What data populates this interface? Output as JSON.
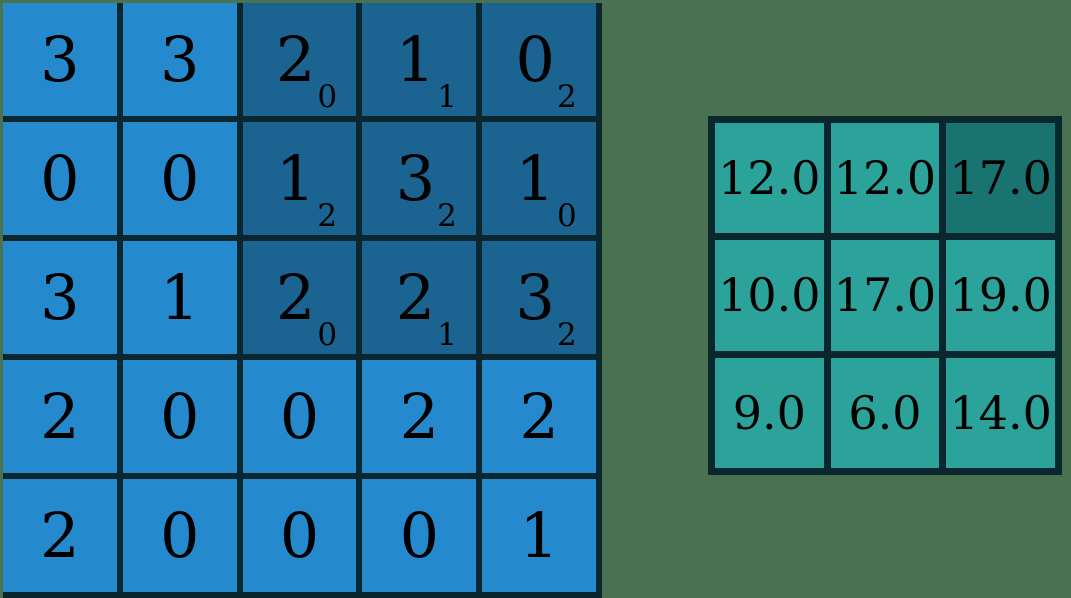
{
  "palette": {
    "background": "#4a7150",
    "border": "#0a2730",
    "input_cell_light": "#2589ce",
    "input_cell_dark": "#1b6391",
    "output_cell_light": "#2ba39b",
    "output_cell_dark": "#197370",
    "text": "#000000"
  },
  "chart_data": {
    "type": "heatmap",
    "title": "",
    "xlabel": "",
    "ylabel": "",
    "grids": [
      {
        "name": "input-matrix",
        "rows": 5,
        "cols": 5,
        "values": [
          [
            3,
            3,
            2,
            1,
            0
          ],
          [
            0,
            0,
            1,
            3,
            1
          ],
          [
            3,
            1,
            2,
            2,
            3
          ],
          [
            2,
            0,
            0,
            2,
            2
          ],
          [
            2,
            0,
            0,
            0,
            1
          ]
        ],
        "subscripts": [
          [
            null,
            null,
            0,
            1,
            2
          ],
          [
            null,
            null,
            2,
            2,
            0
          ],
          [
            null,
            null,
            0,
            1,
            2
          ],
          [
            null,
            null,
            null,
            null,
            null
          ],
          [
            null,
            null,
            null,
            null,
            null
          ]
        ],
        "highlighted": [
          [
            false,
            false,
            true,
            true,
            true
          ],
          [
            false,
            false,
            true,
            true,
            true
          ],
          [
            false,
            false,
            true,
            true,
            true
          ],
          [
            false,
            false,
            false,
            false,
            false
          ],
          [
            false,
            false,
            false,
            false,
            false
          ]
        ]
      },
      {
        "name": "output-matrix",
        "rows": 3,
        "cols": 3,
        "values": [
          [
            "12.0",
            "12.0",
            "17.0"
          ],
          [
            "10.0",
            "17.0",
            "19.0"
          ],
          [
            "9.0",
            "6.0",
            "14.0"
          ]
        ],
        "highlighted": [
          [
            false,
            false,
            true
          ],
          [
            false,
            false,
            false
          ],
          [
            false,
            false,
            false
          ]
        ]
      }
    ]
  },
  "input_grid": {
    "cells": [
      {
        "value": "3",
        "sub": null,
        "dark": false
      },
      {
        "value": "3",
        "sub": null,
        "dark": false
      },
      {
        "value": "2",
        "sub": "0",
        "dark": true
      },
      {
        "value": "1",
        "sub": "1",
        "dark": true
      },
      {
        "value": "0",
        "sub": "2",
        "dark": true
      },
      {
        "value": "0",
        "sub": null,
        "dark": false
      },
      {
        "value": "0",
        "sub": null,
        "dark": false
      },
      {
        "value": "1",
        "sub": "2",
        "dark": true
      },
      {
        "value": "3",
        "sub": "2",
        "dark": true
      },
      {
        "value": "1",
        "sub": "0",
        "dark": true
      },
      {
        "value": "3",
        "sub": null,
        "dark": false
      },
      {
        "value": "1",
        "sub": null,
        "dark": false
      },
      {
        "value": "2",
        "sub": "0",
        "dark": true
      },
      {
        "value": "2",
        "sub": "1",
        "dark": true
      },
      {
        "value": "3",
        "sub": "2",
        "dark": true
      },
      {
        "value": "2",
        "sub": null,
        "dark": false
      },
      {
        "value": "0",
        "sub": null,
        "dark": false
      },
      {
        "value": "0",
        "sub": null,
        "dark": false
      },
      {
        "value": "2",
        "sub": null,
        "dark": false
      },
      {
        "value": "2",
        "sub": null,
        "dark": false
      },
      {
        "value": "2",
        "sub": null,
        "dark": false
      },
      {
        "value": "0",
        "sub": null,
        "dark": false
      },
      {
        "value": "0",
        "sub": null,
        "dark": false
      },
      {
        "value": "0",
        "sub": null,
        "dark": false
      },
      {
        "value": "1",
        "sub": null,
        "dark": false
      }
    ]
  },
  "output_grid": {
    "cells": [
      {
        "value": "12.0",
        "dark": false
      },
      {
        "value": "12.0",
        "dark": false
      },
      {
        "value": "17.0",
        "dark": true
      },
      {
        "value": "10.0",
        "dark": false
      },
      {
        "value": "17.0",
        "dark": false
      },
      {
        "value": "19.0",
        "dark": false
      },
      {
        "value": "9.0",
        "dark": false
      },
      {
        "value": "6.0",
        "dark": false
      },
      {
        "value": "14.0",
        "dark": false
      }
    ]
  }
}
